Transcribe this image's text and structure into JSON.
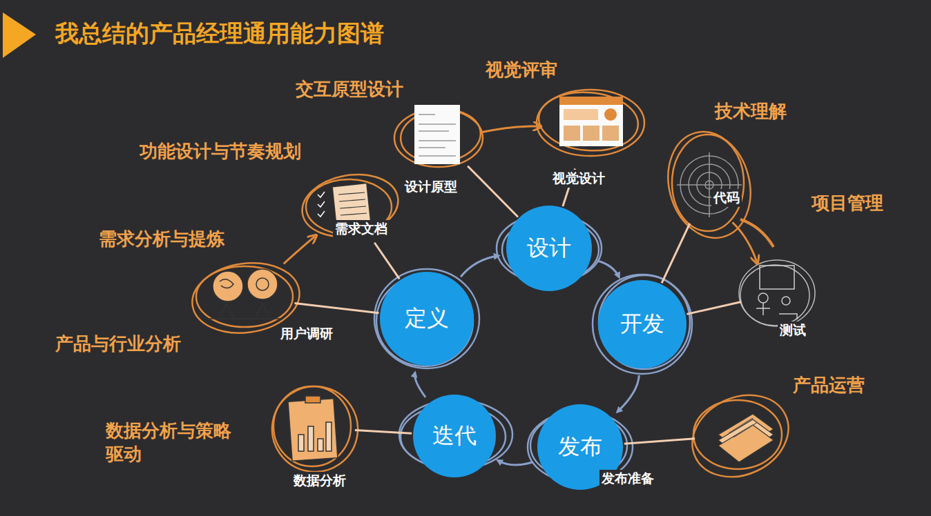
{
  "diagram": {
    "title": "我总结的产品经理通用能力图谱",
    "nodes": [
      {
        "text": [
          "设计原型"
        ]
      },
      {
        "text": [
          "视觉设计"
        ]
      },
      {
        "text": [
          "需求文档"
        ]
      },
      {
        "text": [
          "代码"
        ]
      },
      {
        "text": [
          "设计"
        ]
      },
      {
        "text": [
          "用户调研"
        ]
      },
      {
        "text": [
          "定义"
        ]
      },
      {
        "text": [
          "测试"
        ]
      },
      {
        "text": [
          "开发"
        ]
      },
      {
        "text": [
          "数据分析"
        ]
      },
      {
        "text": [
          "迭代"
        ]
      },
      {
        "text": [
          "发布"
        ]
      },
      {
        "text": [
          "发布准备"
        ]
      }
    ],
    "edges": [
      {
        "from": 6,
        "to": 4,
        "arrow": "to"
      },
      {
        "from": 4,
        "to": 8,
        "arrow": "to"
      },
      {
        "from": 8,
        "to": 11,
        "arrow": "to"
      },
      {
        "from": 11,
        "to": 10,
        "arrow": "to"
      },
      {
        "from": 10,
        "to": 6,
        "arrow": "to"
      },
      {
        "from": 5,
        "to": 2,
        "arrow": "to"
      },
      {
        "from": 0,
        "to": 1,
        "arrow": "to"
      },
      {
        "from": 3,
        "to": 7,
        "arrow": "to"
      },
      {
        "from": 6,
        "to": 5,
        "arrow": "none"
      },
      {
        "from": 6,
        "to": 2,
        "arrow": "none"
      },
      {
        "from": 4,
        "to": 0,
        "arrow": "none"
      },
      {
        "from": 4,
        "to": 1,
        "arrow": "none"
      },
      {
        "from": 8,
        "to": 3,
        "arrow": "none"
      },
      {
        "from": 8,
        "to": 7,
        "arrow": "none"
      },
      {
        "from": 11,
        "to": 12,
        "arrow": "none"
      },
      {
        "from": 10,
        "to": 9,
        "arrow": "none"
      }
    ],
    "labels": [
      "交互原型设计",
      "视觉评审",
      "技术理解",
      "项目管理",
      "功能设计与节奏规划",
      "需求分析与提炼",
      "产品与行业分析",
      "产品运营",
      "数据分析与策略 驱动"
    ]
  }
}
